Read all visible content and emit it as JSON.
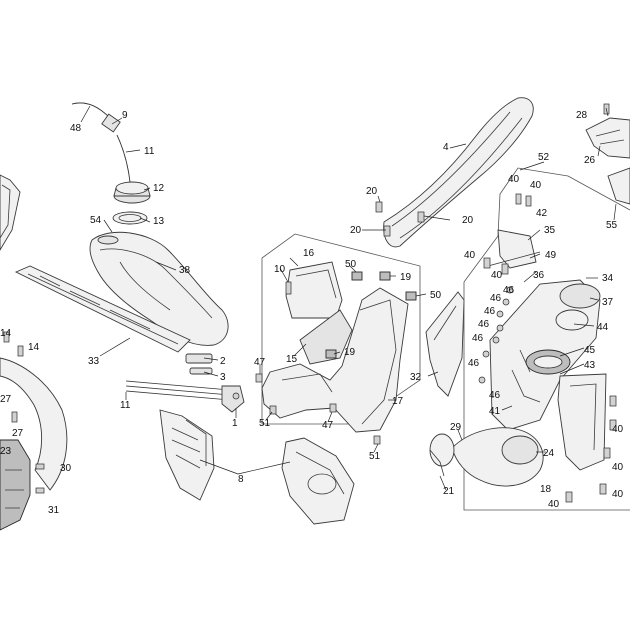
{
  "diagram": {
    "callouts": [
      "48",
      "9",
      "11",
      "12",
      "13",
      "54",
      "38",
      "33",
      "2",
      "3",
      "11",
      "1",
      "14",
      "14",
      "27",
      "27",
      "23",
      "30",
      "31",
      "8",
      "4",
      "20",
      "20",
      "20",
      "16",
      "10",
      "50",
      "19",
      "50",
      "15",
      "19",
      "47",
      "51",
      "17",
      "47",
      "51",
      "52",
      "40",
      "40",
      "42",
      "35",
      "49",
      "40",
      "40",
      "36",
      "34",
      "37",
      "44",
      "46",
      "46",
      "46",
      "46",
      "46",
      "46",
      "46",
      "45",
      "43",
      "41",
      "32",
      "29",
      "24",
      "21",
      "18",
      "40",
      "40",
      "40",
      "40",
      "28",
      "26",
      "55"
    ]
  }
}
